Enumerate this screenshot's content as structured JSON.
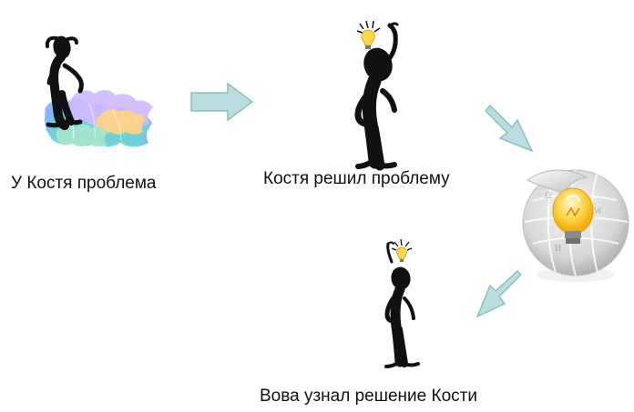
{
  "steps": [
    {
      "label": "У Костя проблема"
    },
    {
      "label": "Костя решил проблему"
    },
    {
      "label": "Вова узнал решение Кости"
    }
  ],
  "icons": {
    "puzzle": "puzzle-icon",
    "person": "person-icon",
    "idea": "light-bulb-icon",
    "arrow": "arrow-icon",
    "wiki": "wikipedia-globe-icon"
  },
  "colors": {
    "arrow_fill": "#b9dde0",
    "arrow_stroke": "#8dbec3",
    "text": "#111111",
    "bulb": "#ffd54a",
    "silhouette": "#111111",
    "puzzle_a": "#5fd2d0",
    "puzzle_b": "#cbb5ff",
    "puzzle_c": "#ffd07e",
    "puzzle_d": "#7fb0ff",
    "puzzle_e": "#9fe3c8",
    "wiki_globe": "#d7d7d7"
  }
}
